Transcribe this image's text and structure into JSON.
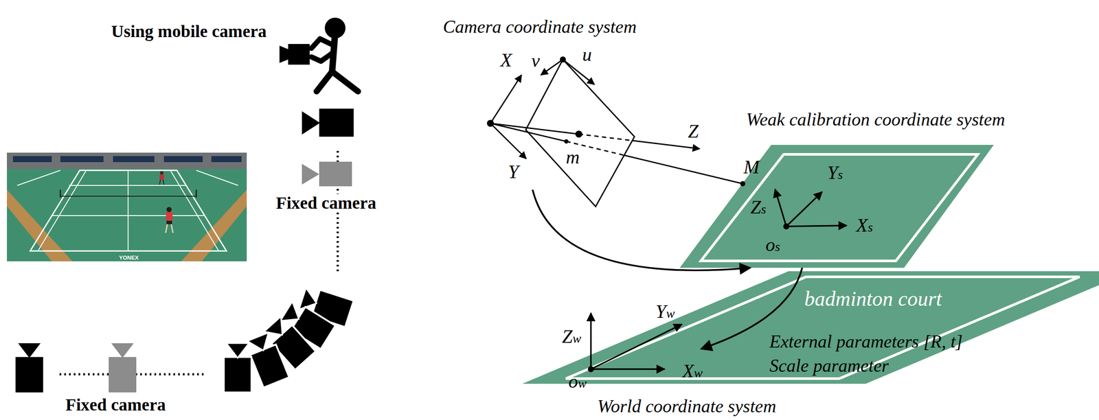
{
  "diagram": {
    "nodes": [
      {
        "text": [
          "Camera coordinate system"
        ]
      },
      {
        "text": [
          "Weak calibration coordinate system"
        ]
      },
      {
        "text": [
          "badminton court",
          "World coordinate system"
        ]
      }
    ],
    "edges": [
      {
        "from": 0,
        "to": 1,
        "arrow": "to"
      },
      {
        "from": 1,
        "to": 2,
        "arrow": "to"
      }
    ],
    "labels": [
      "Using mobile camera",
      "Fixed camera",
      "YONEX",
      "Fixed camera",
      "X",
      "Y",
      "Z",
      "u",
      "v",
      "m",
      "M",
      "Ys",
      "Zs",
      "Xs",
      "os",
      "Zw",
      "Yw",
      "Xw",
      "ow",
      "External parameters [R, t]",
      "Scale parameter"
    ]
  }
}
